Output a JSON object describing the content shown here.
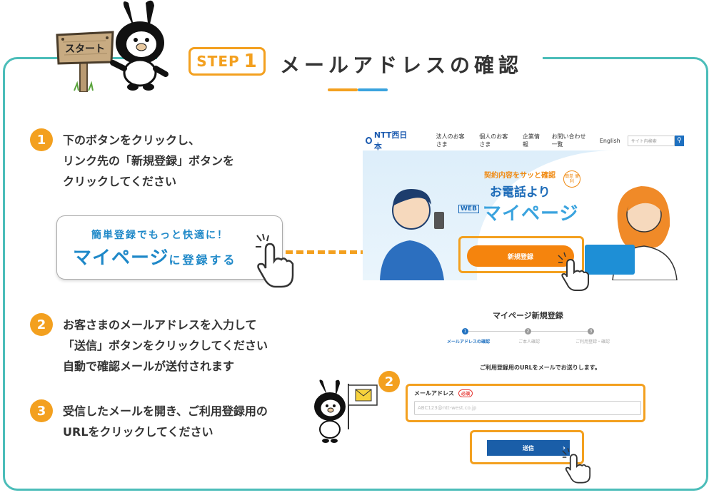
{
  "header": {
    "sign_text": "スタート",
    "step_label": "STEP",
    "step_number": "1",
    "title": "メールアドレスの確認"
  },
  "steps": [
    {
      "number": "1",
      "lines": [
        "下のボタンをクリックし、",
        "リンク先の「新規登録」ボタンを",
        "クリックしてください"
      ]
    },
    {
      "number": "2",
      "lines": [
        "お客さまのメールアドレスを入力して",
        "「送信」ボタンをクリックしてください",
        "自動で確認メールが送付されます"
      ]
    },
    {
      "number": "3",
      "lines": [
        "受信したメールを開き、ご利用登録用の",
        "URLをクリックしてください"
      ]
    }
  ],
  "callout": {
    "sub": "簡単登録でもっと快適に！",
    "main": "マイページ",
    "suffix": "に登録する"
  },
  "site_screenshot": {
    "logo": "NTT西日本",
    "nav": [
      "法人のお客さま",
      "個人のお客さま",
      "企業情報",
      "お問い合わせ一覧",
      "English"
    ],
    "search_placeholder": "サイト内検索",
    "hero_sub": "契約内容をサッと確認",
    "hero_tel": "お電話より",
    "hero_web": "WEB",
    "hero_main": "マイページ",
    "badge": "簡単 便利",
    "register_button": "新規登録"
  },
  "form_screenshot": {
    "title": "マイページ新規登録",
    "steps": [
      "メールアドレスの確認",
      "ご本人確認",
      "ご利用登録・確認"
    ],
    "note": "ご利用登録用のURLをメールでお送りします。",
    "email_label": "メールアドレス",
    "required": "必須",
    "email_placeholder": "ABC123@ntt-west.co.jp",
    "send_button": "送信",
    "callout_number": "2"
  }
}
